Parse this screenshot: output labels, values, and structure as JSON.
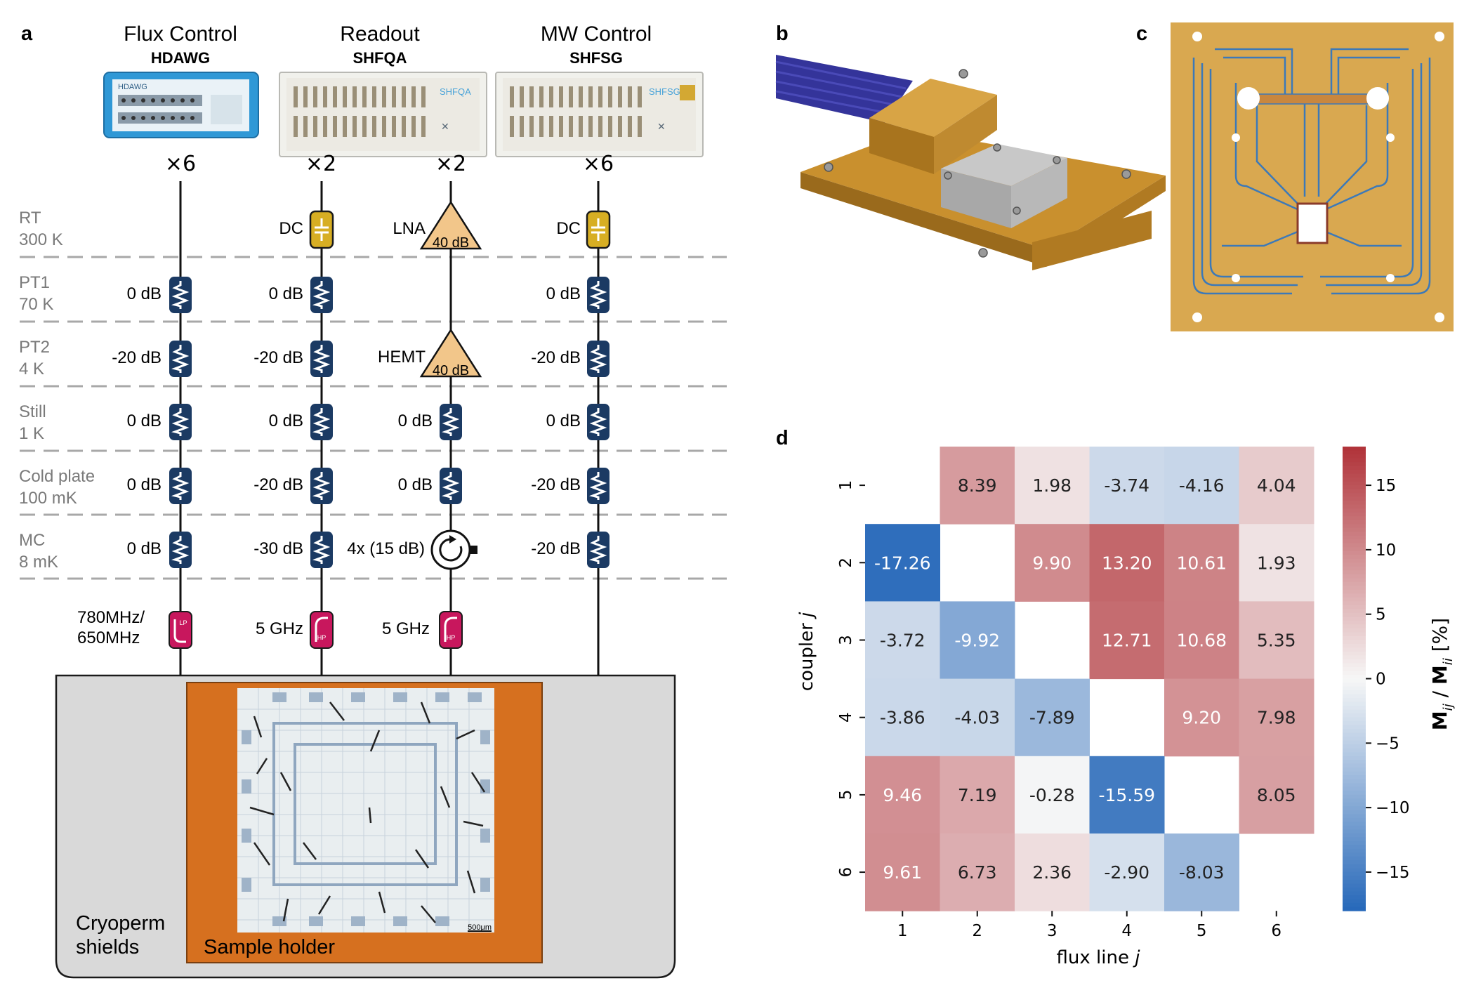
{
  "panel_labels": {
    "a": "a",
    "b": "b",
    "c": "c",
    "d": "d"
  },
  "instruments": [
    {
      "title": "Flux Control",
      "model": "HDAWG",
      "badge": "HDAWG",
      "multiplicity": "×6"
    },
    {
      "title": "Readout",
      "model": "SHFQA",
      "badge": "SHFQA",
      "multiplicity": "×2"
    },
    {
      "title": "MW Control",
      "model": "SHFSG",
      "badge": "SHFSG",
      "multiplicity": "×6"
    }
  ],
  "readout_in_multiplicity": "×2",
  "stages": [
    {
      "name": "RT",
      "temp": "300 K"
    },
    {
      "name": "PT1",
      "temp": "70 K"
    },
    {
      "name": "PT2",
      "temp": "4 K"
    },
    {
      "name": "Still",
      "temp": "1 K"
    },
    {
      "name": "Cold plate",
      "temp": "100 mK"
    },
    {
      "name": "MC",
      "temp": "8 mK"
    }
  ],
  "lines": {
    "flux": [
      "0 dB",
      "-20 dB",
      "0 dB",
      "0 dB",
      "0 dB"
    ],
    "readout_out": [
      "DC",
      "0 dB",
      "-20 dB",
      "0 dB",
      "-20 dB",
      "-30 dB"
    ],
    "readout_in": {
      "lna": "LNA",
      "lna_gain": "40 dB",
      "hemt": "HEMT",
      "hemt_gain": "40 dB",
      "still": "0 dB",
      "cold_plate": "0 dB",
      "isolator": "4x (15 dB)"
    },
    "mw": [
      "DC",
      "0 dB",
      "-20 dB",
      "0 dB",
      "-20 dB",
      "-20 dB"
    ]
  },
  "filters": {
    "flux_label": "780MHz/\n650MHz",
    "flux_line1": "780MHz/",
    "flux_line2": "650MHz",
    "flux_tag": "LP",
    "readout_out_label": "5 GHz",
    "readout_out_tag": "HP",
    "readout_in_label": "5 GHz",
    "readout_in_tag": "HP"
  },
  "cryoperm": {
    "line1": "Cryoperm",
    "line2": "shields"
  },
  "sample_holder": "Sample holder",
  "scale_bar": "500μm",
  "colors": {
    "attenuator": "#1b3a63",
    "dc_block": "#d7ae23",
    "amplifier": "#f2c68a",
    "filter": "#c8175d",
    "holder": "#d6701f",
    "shield": "#d9d9d9",
    "pcb": "#d9a850"
  },
  "chart_data": {
    "type": "heatmap",
    "xlabel": "flux line j",
    "ylabel": "coupler j",
    "x": [
      "1",
      "2",
      "3",
      "4",
      "5",
      "6"
    ],
    "y": [
      "1",
      "2",
      "3",
      "4",
      "5",
      "6"
    ],
    "values": [
      [
        null,
        8.39,
        1.98,
        -3.74,
        -4.16,
        4.04
      ],
      [
        -17.26,
        null,
        9.9,
        13.2,
        10.61,
        1.93
      ],
      [
        -3.72,
        -9.92,
        null,
        12.71,
        10.68,
        5.35
      ],
      [
        -3.86,
        -4.03,
        -7.89,
        null,
        9.2,
        7.98
      ],
      [
        9.46,
        7.19,
        -0.28,
        -15.59,
        null,
        8.05
      ],
      [
        9.61,
        6.73,
        2.36,
        -2.9,
        -8.03,
        null
      ]
    ],
    "labels": [
      [
        "",
        "8.39",
        "1.98",
        "-3.74",
        "-4.16",
        "4.04"
      ],
      [
        "-17.26",
        "",
        "9.90",
        "13.20",
        "10.61",
        "1.93"
      ],
      [
        "-3.72",
        "-9.92",
        "",
        "12.71",
        "10.68",
        "5.35"
      ],
      [
        "-3.86",
        "-4.03",
        "-7.89",
        "",
        "9.20",
        "7.98"
      ],
      [
        "9.46",
        "7.19",
        "-0.28",
        "-15.59",
        "",
        "8.05"
      ],
      [
        "9.61",
        "6.73",
        "2.36",
        "-2.90",
        "-8.03",
        ""
      ]
    ],
    "colorbar": {
      "label": "M_ij / M_ii [%]",
      "ticks": [
        15,
        10,
        5,
        0,
        -5,
        -10,
        -15
      ],
      "tick_labels": [
        "15",
        "10",
        "5",
        "0",
        "−5",
        "−10",
        "−15"
      ],
      "range": [
        -18,
        18
      ],
      "colormap": "vlag"
    }
  }
}
